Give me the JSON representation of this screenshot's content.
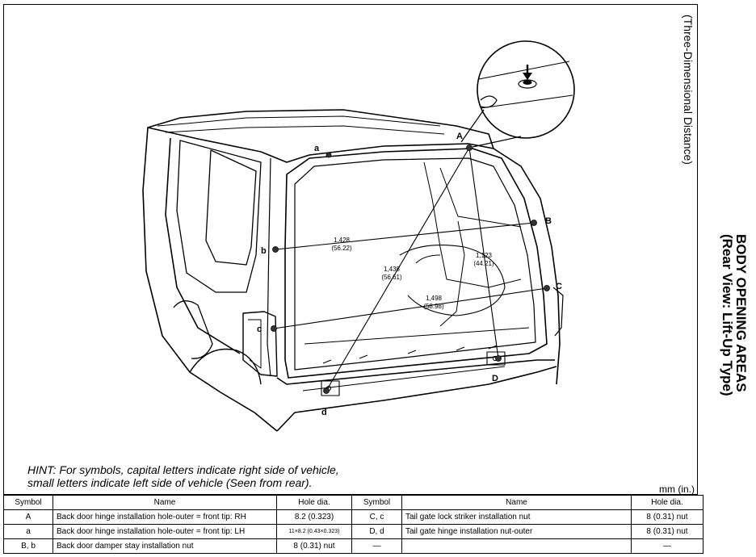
{
  "title": {
    "line1": "BODY OPENING AREAS",
    "line2": "(Rear View: Lift-Up Type)"
  },
  "subtitle": "(Three-Dimensional Distance)",
  "hint": {
    "line1": "HINT: For symbols, capital letters indicate right side of vehicle,",
    "line2": "small letters indicate left side of vehicle (Seen from rear)."
  },
  "units": "mm (in.)",
  "labels": {
    "A": "A",
    "B": "B",
    "C": "C",
    "D": "D",
    "a": "a",
    "b": "b",
    "c": "c",
    "d": "d"
  },
  "dimensions": [
    {
      "value": "1,428",
      "inch": "(56.22)"
    },
    {
      "value": "1,438",
      "inch": "(56.61)"
    },
    {
      "value": "1,123",
      "inch": "(44.21)"
    },
    {
      "value": "1,498",
      "inch": "(58.98)"
    }
  ],
  "table": {
    "headers": [
      "Symbol",
      "Name",
      "Hole dia.",
      "Symbol",
      "Name",
      "Hole dia."
    ],
    "rows": [
      [
        "A",
        "Back door hinge installation hole-outer = front tip: RH",
        "8.2 (0.323)",
        "C, c",
        "Tail gate lock striker installation nut",
        "8 (0.31) nut"
      ],
      [
        "a",
        "Back door hinge installation hole-outer = front tip: LH",
        "11×8.2 (0.43×0.323)",
        "D, d",
        "Tail gate hinge installation nut-outer",
        "8 (0.31) nut"
      ],
      [
        "B, b",
        "Back door damper stay installation nut",
        "8 (0.31) nut",
        "—",
        "",
        "—"
      ]
    ]
  }
}
